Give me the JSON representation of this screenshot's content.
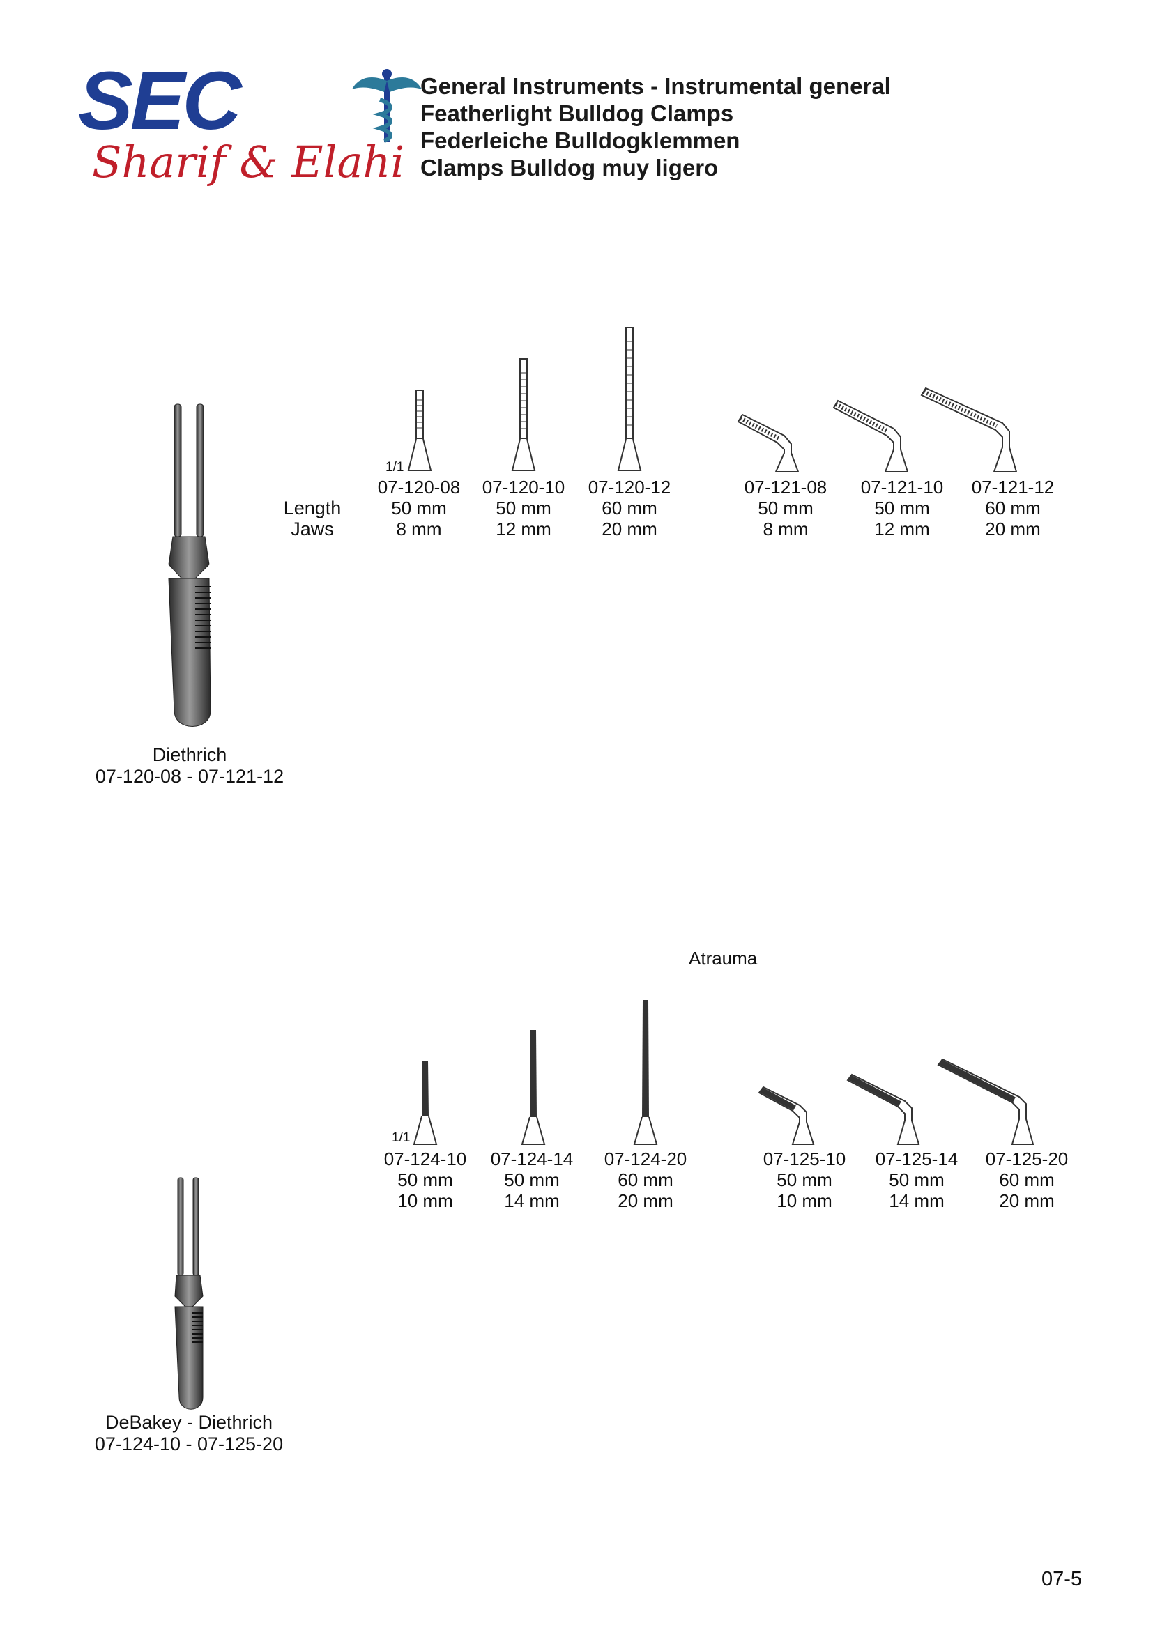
{
  "logo": {
    "brand": "SEC",
    "script": "Sharif & Elahi"
  },
  "header": {
    "lines": [
      "General Instruments  -  Instrumental general",
      "Featherlight Bulldog Clamps",
      "Federleiche Bulldogklemmen",
      "Clamps Bulldog muy ligero"
    ]
  },
  "section1": {
    "row_labels": {
      "length": "Length",
      "jaws": "Jaws"
    },
    "scale": "1/1",
    "items": [
      {
        "code": "07-120-08",
        "length": "50 mm",
        "jaws": "8 mm"
      },
      {
        "code": "07-120-10",
        "length": "50 mm",
        "jaws": "12 mm"
      },
      {
        "code": "07-120-12",
        "length": "60 mm",
        "jaws": "20 mm"
      },
      {
        "code": "07-121-08",
        "length": "50 mm",
        "jaws": "8 mm"
      },
      {
        "code": "07-121-10",
        "length": "50 mm",
        "jaws": "12 mm"
      },
      {
        "code": "07-121-12",
        "length": "60 mm",
        "jaws": "20 mm"
      }
    ],
    "caption_name": "Diethrich",
    "caption_range": "07-120-08  -  07-121-12"
  },
  "section2": {
    "heading": "Atrauma",
    "scale": "1/1",
    "items": [
      {
        "code": "07-124-10",
        "length": "50 mm",
        "jaws": "10 mm"
      },
      {
        "code": "07-124-14",
        "length": "50 mm",
        "jaws": "14 mm"
      },
      {
        "code": "07-124-20",
        "length": "60 mm",
        "jaws": "20 mm"
      },
      {
        "code": "07-125-10",
        "length": "50 mm",
        "jaws": "10 mm"
      },
      {
        "code": "07-125-14",
        "length": "50 mm",
        "jaws": "14 mm"
      },
      {
        "code": "07-125-20",
        "length": "60 mm",
        "jaws": "20 mm"
      }
    ],
    "caption_name": "DeBakey - Diethrich",
    "caption_range": "07-124-10  -  07-125-20"
  },
  "page_number": "07-5",
  "colors": {
    "brand_blue": "#1f3e93",
    "brand_red": "#c01f2a",
    "text": "#111111"
  }
}
